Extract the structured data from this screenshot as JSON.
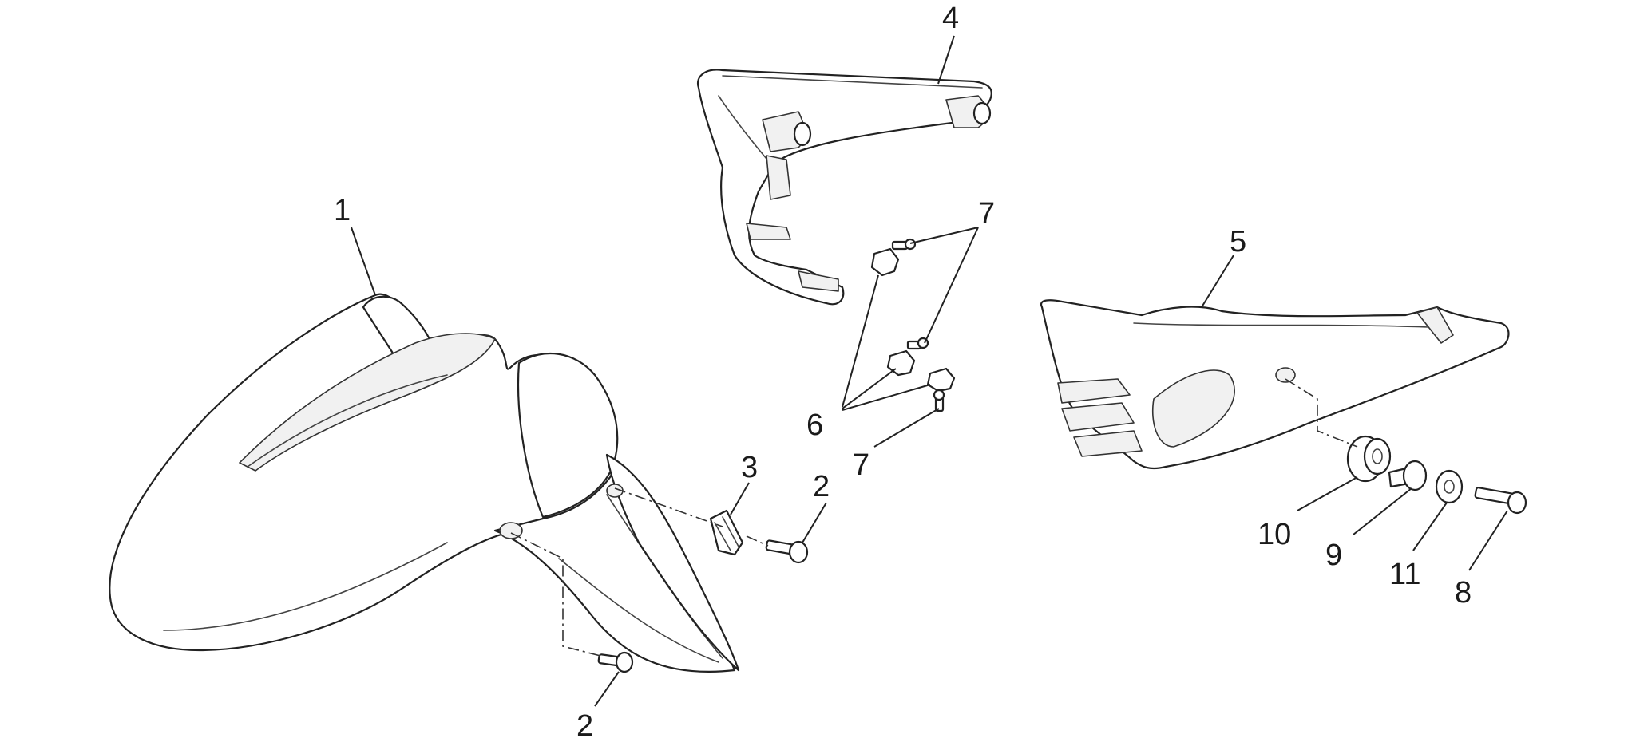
{
  "callouts": {
    "c1": "1",
    "c2a": "2",
    "c2b": "2",
    "c3": "3",
    "c4": "4",
    "c5": "5",
    "c6": "6",
    "c7a": "7",
    "c7b": "7",
    "c8": "8",
    "c9": "9",
    "c10": "10",
    "c11": "11"
  },
  "colors": {
    "line": "#222222",
    "fill": "#ffffff",
    "shade": "#f1f1f1"
  }
}
